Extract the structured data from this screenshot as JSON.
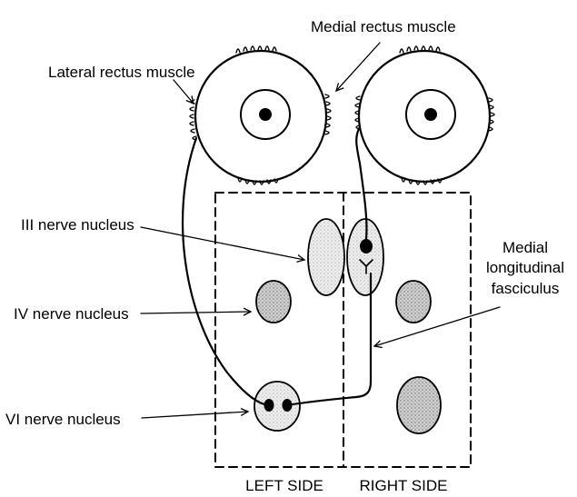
{
  "labels": {
    "medial_rectus": "Medial rectus muscle",
    "lateral_rectus": "Lateral rectus muscle",
    "iii_nucleus": "III nerve nucleus",
    "iv_nucleus": "IV nerve nucleus",
    "vi_nucleus": "VI nerve nucleus",
    "mlf_line1": "Medial",
    "mlf_line2": "longitudinal",
    "mlf_line3": "fasciculus",
    "left_side": "LEFT SIDE",
    "right_side": "RIGHT SIDE"
  },
  "colors": {
    "ink": "#000000",
    "nucleus_fill": "#e4e4e4",
    "nucleus_fill_dark": "#c8c8c8"
  }
}
